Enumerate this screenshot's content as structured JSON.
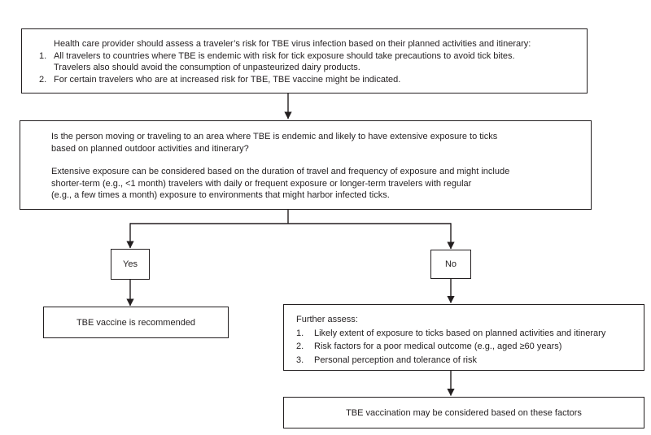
{
  "colors": {
    "ink": "#231f20",
    "background": "#ffffff"
  },
  "flowchart": {
    "intro_box": {
      "heading": "Health care provider should assess a traveler’s risk for TBE virus infection based on their planned activities and itinerary:",
      "items": [
        {
          "num": "1.",
          "lines": [
            "All travelers to countries where TBE is endemic with risk for tick exposure should take precautions to avoid tick bites.",
            "Travelers also should avoid the consumption of unpasteurized dairy products."
          ]
        },
        {
          "num": "2.",
          "lines": [
            "For certain travelers who are at increased risk for TBE, TBE vaccine might be indicated."
          ]
        }
      ]
    },
    "question_box": {
      "p1_lines": [
        "Is the person moving or traveling to an area where TBE is endemic and likely to have extensive exposure to ticks",
        "based on planned outdoor activities and itinerary?"
      ],
      "p2_lines": [
        "Extensive exposure can be considered based on the duration of travel and frequency of exposure and might include",
        "shorter-term (e.g., <1 month) travelers with daily or frequent exposure or longer-term travelers with regular",
        "(e.g., a few times a month) exposure to environments that might harbor infected ticks."
      ]
    },
    "yes_label": "Yes",
    "no_label": "No",
    "recommended_box": "TBE vaccine is recommended",
    "assess_box": {
      "heading": "Further assess:",
      "items": [
        {
          "num": "1.",
          "text": "Likely extent of exposure to ticks based on planned activities and itinerary"
        },
        {
          "num": "2.",
          "text": "Risk factors for a poor medical outcome (e.g., aged ≥60 years)"
        },
        {
          "num": "3.",
          "text": "Personal perception and tolerance of risk"
        }
      ]
    },
    "final_box": "TBE vaccination may be considered based on these factors"
  }
}
